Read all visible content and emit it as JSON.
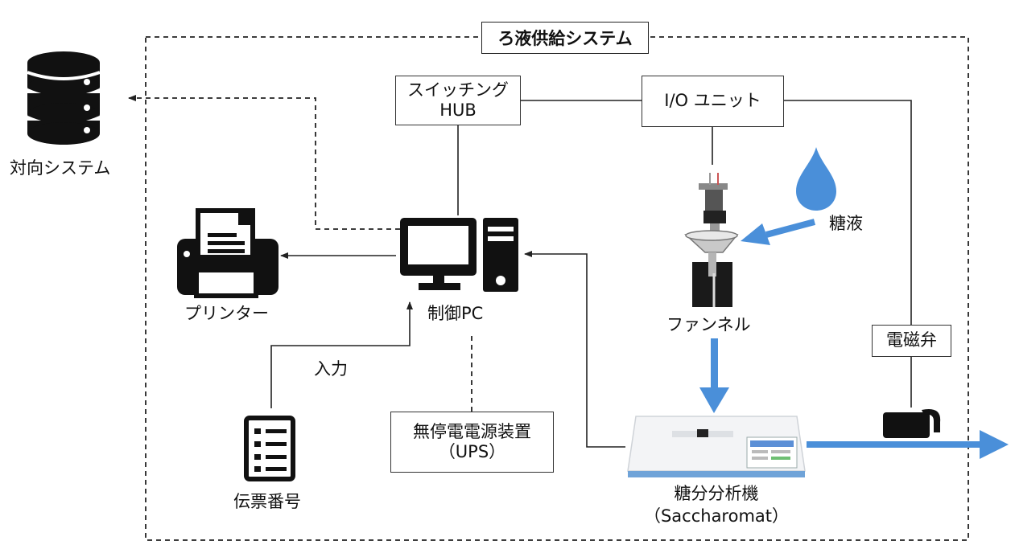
{
  "system_title": "ろ液供給システム",
  "nodes": {
    "database": "対向システム",
    "switch_hub": {
      "line1": "スイッチング",
      "line2": "HUB"
    },
    "io_unit": "I/O ユニット",
    "control_pc": "制御PC",
    "printer": "プリンター",
    "funnel": "ファンネル",
    "sugar_liquid": "糖液",
    "solenoid_valve": "電磁弁",
    "input": "入力",
    "ups": {
      "line1": "無停電電源装置",
      "line2": "（UPS）"
    },
    "slip_number": "伝票番号",
    "analyzer": {
      "line1": "糖分分析機",
      "line2": "（Saccharomat）"
    }
  },
  "colors": {
    "flow_blue": "#4a8fd9",
    "line": "#222222"
  }
}
